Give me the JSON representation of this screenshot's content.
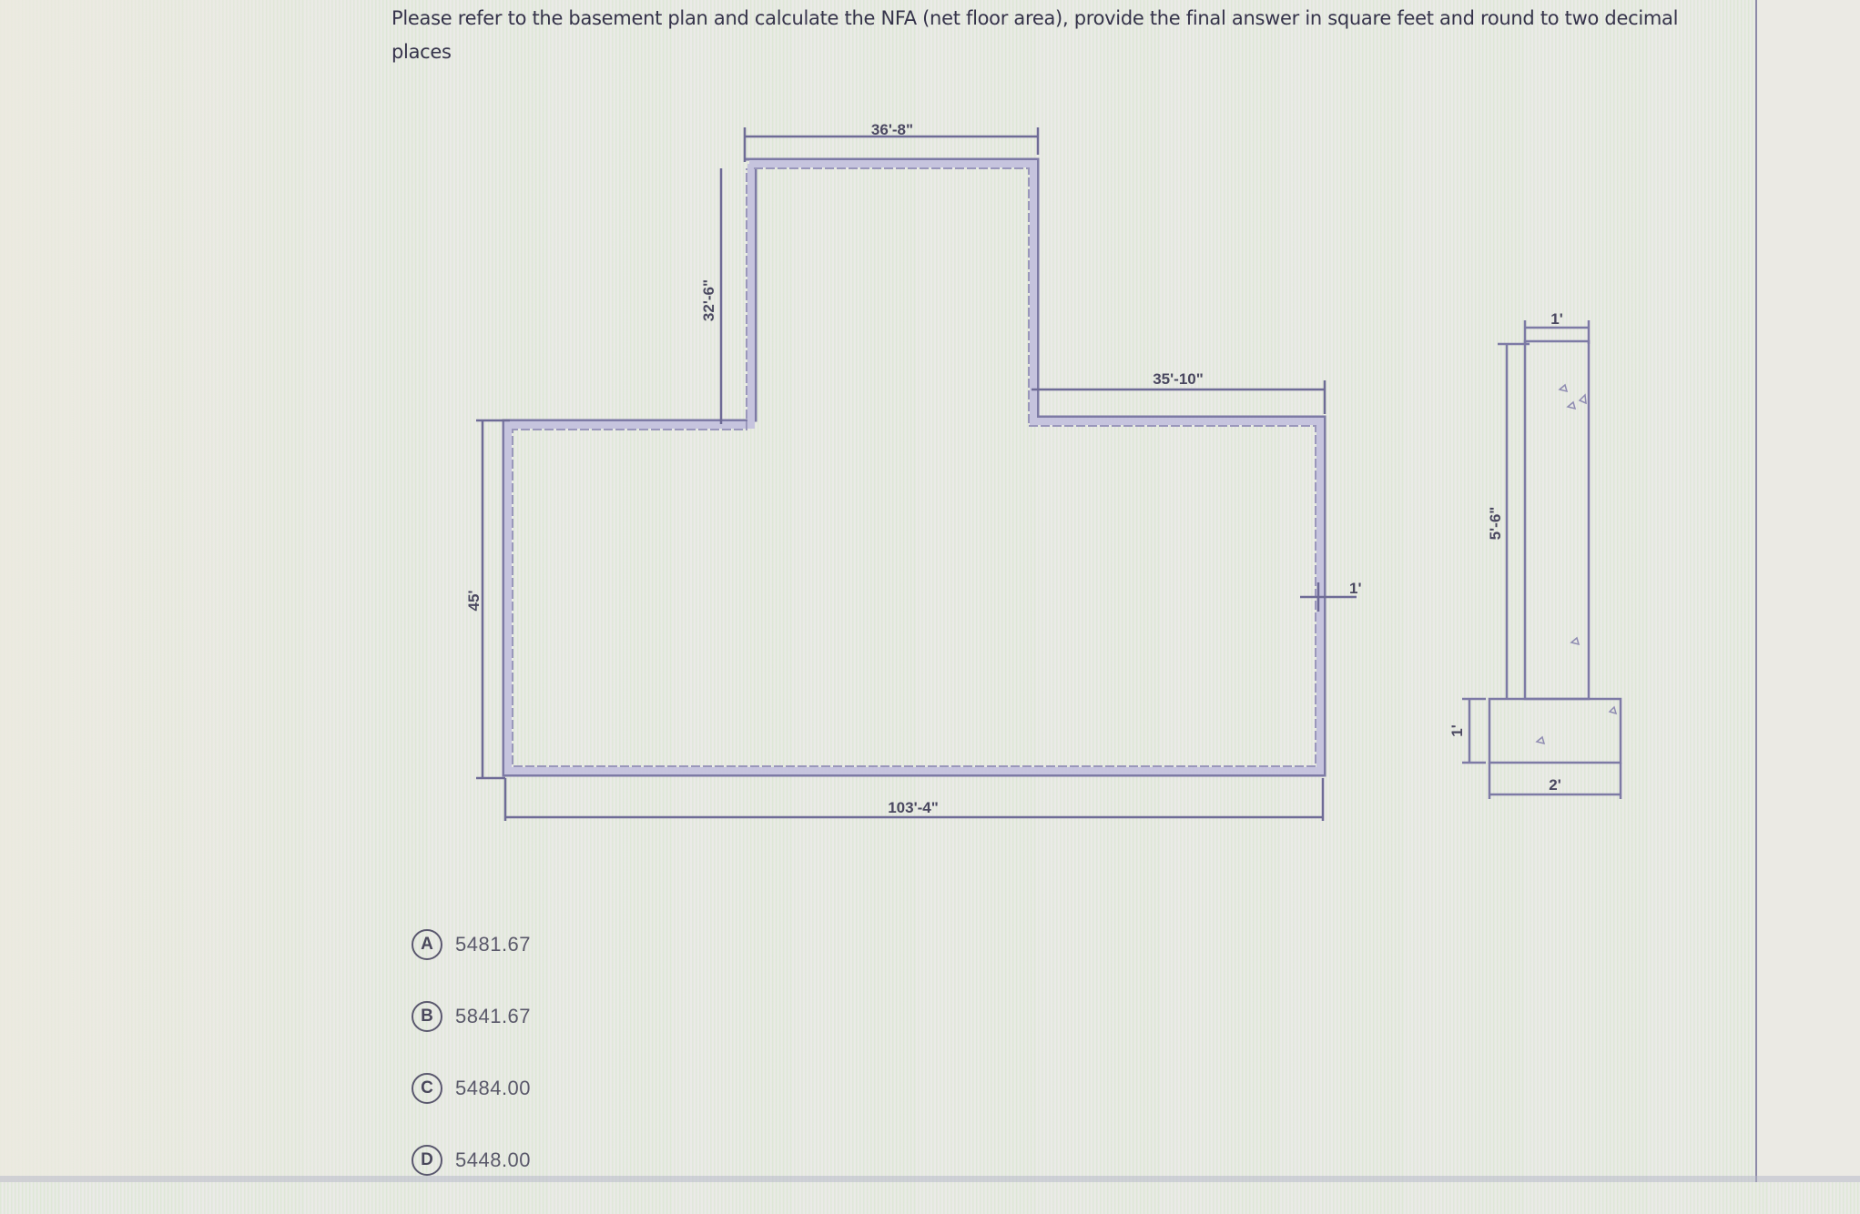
{
  "question": {
    "text": "Please refer to the basement plan and calculate the NFA (net floor area), provide the final answer in square feet and round to two decimal places"
  },
  "plan": {
    "dimensions": {
      "top_width": "36'-8\"",
      "upper_height": "32'-6\"",
      "notch_width": "35'-10\"",
      "left_height": "45'",
      "bottom_width": "103'-4\"",
      "wall_thickness": "1'"
    }
  },
  "wall_section": {
    "wall_width": "1'",
    "wall_height": "5'-6\"",
    "footing_height": "1'",
    "footing_width": "2'"
  },
  "options": [
    {
      "letter": "A",
      "value": "5481.67"
    },
    {
      "letter": "B",
      "value": "5841.67"
    },
    {
      "letter": "C",
      "value": "5484.00"
    },
    {
      "letter": "D",
      "value": "5448.00"
    }
  ],
  "colors": {
    "line": "#6e6b96",
    "wall_fill": "#c9c8dc",
    "text": "#35334a"
  }
}
